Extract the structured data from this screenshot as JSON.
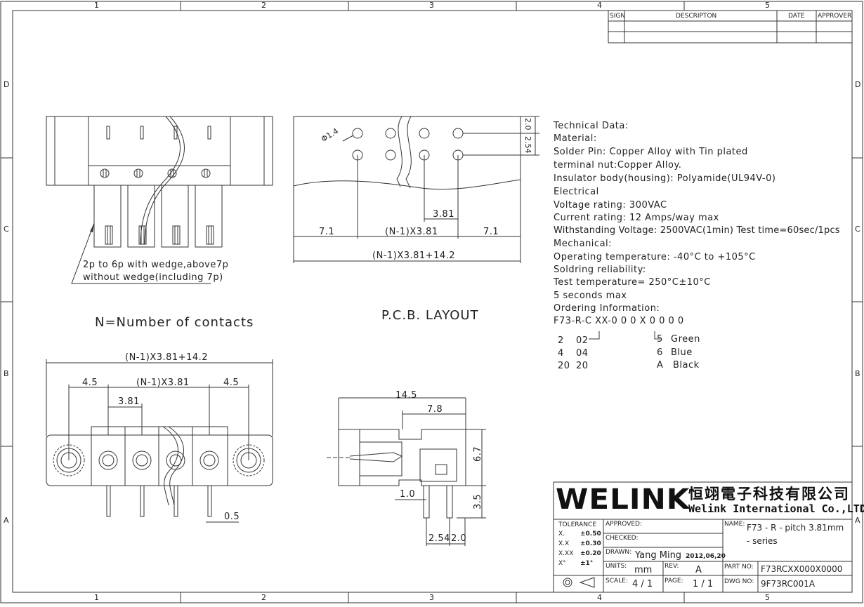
{
  "frame": {
    "columns": [
      "1",
      "2",
      "3",
      "4",
      "5"
    ],
    "rows": [
      "D",
      "C",
      "B",
      "A"
    ]
  },
  "revision_table": {
    "headers": [
      "SIGN",
      "DESCRIPTON",
      "DATE",
      "APPROVER"
    ]
  },
  "top_view": {
    "note_line1": "2p to 6p with wedge,above7p",
    "note_line2": "without wedge(including 7p)",
    "caption": "N=Number of contacts"
  },
  "pcb_layout": {
    "hole_dia": "Φ1.4",
    "dim_v1": "2.0",
    "dim_v2": "2.54",
    "dim_pitch": "3.81",
    "dim_left": "7.1",
    "dim_mid": "(N-1)X3.81",
    "dim_right": "7.1",
    "dim_total": "(N-1)X3.81+14.2",
    "caption": "P.C.B.  LAYOUT"
  },
  "front_view": {
    "dim_total": "(N-1)X3.81+14.2",
    "dim_left": "4.5",
    "dim_mid": "(N-1)X3.81",
    "dim_right": "4.5",
    "dim_pitch": "3.81",
    "dim_pin": "0.5"
  },
  "side_view": {
    "dim_width": "14.5",
    "dim_body": "7.8",
    "dim_height": "6.7",
    "dim_pin_len": "3.5",
    "dim_offset": "1.0",
    "dim_pin_pitch": "2.54",
    "dim_pin_gap": "2.0"
  },
  "tech_data": {
    "lines": [
      "Technical Data:",
      "Material:",
      " Solder Pin: Copper Alloy with Tin plated",
      "   terminal nut:Copper Alloy.",
      "Insulator body(housing): Polyamide(UL94V-0)",
      "Electrical",
      "    Voltage rating: 300VAC",
      "    Current rating: 12 Amps/way max",
      "        Withstanding Voltage: 2500VAC(1min) Test time=60sec/1pcs",
      "Mechanical:",
      "       Operating temperature: -40°C to +105°C",
      "   Soldring reliability:",
      "        Test temperature= 250°C±10°C",
      "        5 seconds max",
      "Ordering Information:"
    ],
    "order_code": "F73-R-C XX-0 0 0 X 0 0 0 0",
    "pins": [
      {
        "n": "2",
        "code": "02"
      },
      {
        "n": "4",
        "code": "04"
      },
      {
        "n": "20",
        "code": "20"
      }
    ],
    "colors": [
      {
        "code": "5",
        "name": "Green"
      },
      {
        "code": "6",
        "name": "Blue"
      },
      {
        "code": "A",
        "name": "Black"
      }
    ]
  },
  "title_block": {
    "logo": "WELINK",
    "company_cn": "恒翊電子科技有限公司",
    "company_en": "Welink International Co.,LTD.",
    "tolerance_label": "TOLERANCE",
    "tolerances": [
      {
        "k": "X.",
        "v": "±0.50"
      },
      {
        "k": "X.X",
        "v": "±0.30"
      },
      {
        "k": "X.XX",
        "v": "±0.20"
      },
      {
        "k": "X°",
        "v": "±1°"
      }
    ],
    "approved_label": "APPROVED:",
    "checked_label": "CHECKED:",
    "drawn_label": "DRAWN:",
    "drawn_by": "Yang Ming",
    "drawn_date": "2012,06,20",
    "units_label": "UNITS:",
    "units": "mm",
    "rev_label": "REV:",
    "rev": "A",
    "scale_label": "SCALE:",
    "scale": "4 / 1",
    "page_label": "PAGE:",
    "page": "1 / 1",
    "name_label": "NAME:",
    "name_line1": "F73 - R - pitch 3.81mm",
    "name_line2": "- series",
    "partno_label": "PART NO:",
    "partno": "F73RCXX000X0000",
    "dwgno_label": "DWG NO:",
    "dwgno": "9F73RC001A"
  }
}
